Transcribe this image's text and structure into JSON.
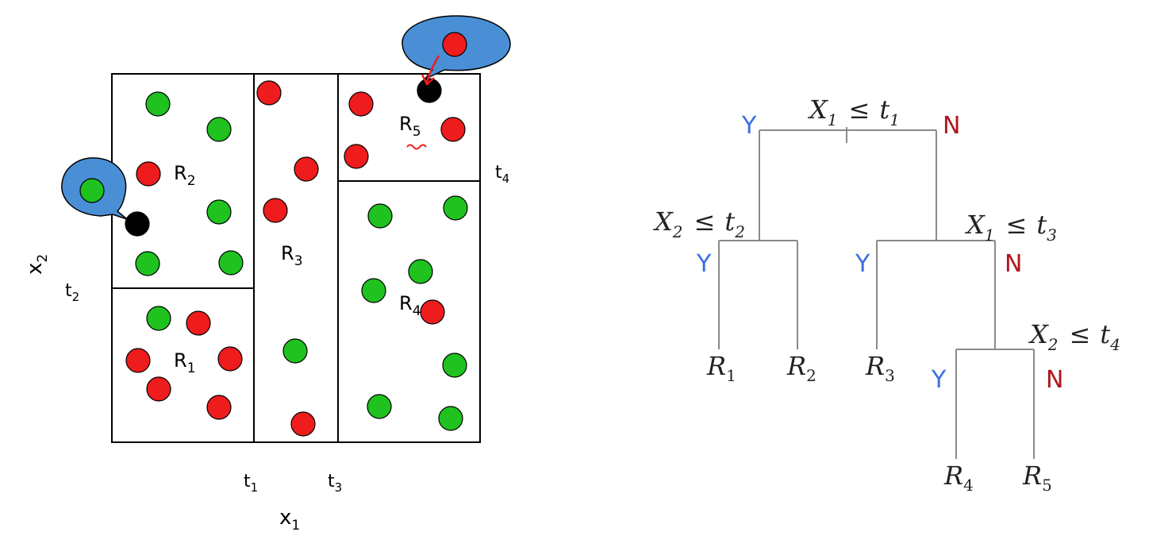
{
  "colors": {
    "green": "#1fc21f",
    "red": "#ee1c1c",
    "black": "#000000",
    "blue_callout": "#4a8fd6",
    "yes": "#3a6fe0",
    "no": "#b0161c",
    "tree_line": "#8a8a8a"
  },
  "partition": {
    "axis_x": {
      "base": "x",
      "sub": "1"
    },
    "axis_y": {
      "base": "x",
      "sub": "2"
    },
    "thresholds": [
      {
        "base": "t",
        "sub": "1"
      },
      {
        "base": "t",
        "sub": "3"
      },
      {
        "base": "t",
        "sub": "2"
      },
      {
        "base": "t",
        "sub": "4"
      }
    ],
    "regions": [
      {
        "base": "R",
        "sub": "1"
      },
      {
        "base": "R",
        "sub": "2"
      },
      {
        "base": "R",
        "sub": "3"
      },
      {
        "base": "R",
        "sub": "4"
      },
      {
        "base": "R",
        "sub": "5"
      }
    ]
  },
  "tree": {
    "splits": [
      {
        "var": "X",
        "idx": "1",
        "op": "≤",
        "thr": "t",
        "thr_idx": "1"
      },
      {
        "var": "X",
        "idx": "2",
        "op": "≤",
        "thr": "t",
        "thr_idx": "2"
      },
      {
        "var": "X",
        "idx": "1",
        "op": "≤",
        "thr": "t",
        "thr_idx": "3"
      },
      {
        "var": "X",
        "idx": "2",
        "op": "≤",
        "thr": "t",
        "thr_idx": "4"
      }
    ],
    "yes_label": "Y",
    "no_label": "N",
    "leaves": [
      {
        "base": "R",
        "sub": "1"
      },
      {
        "base": "R",
        "sub": "2"
      },
      {
        "base": "R",
        "sub": "3"
      },
      {
        "base": "R",
        "sub": "4"
      },
      {
        "base": "R",
        "sub": "5"
      }
    ]
  }
}
